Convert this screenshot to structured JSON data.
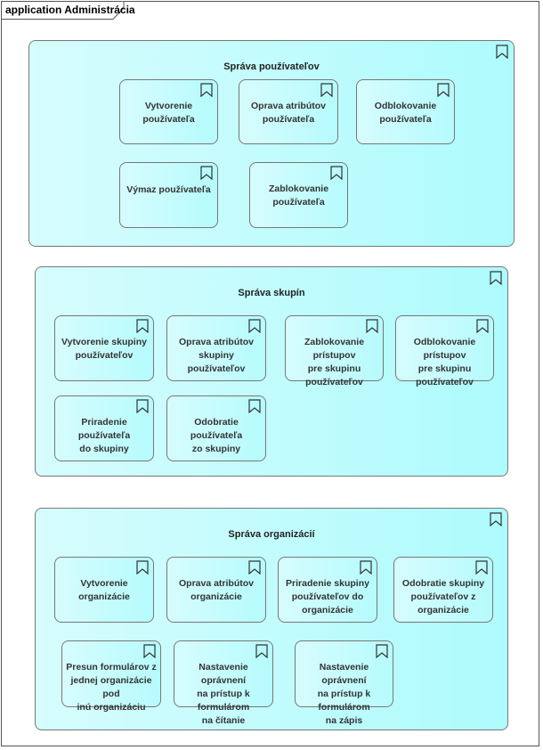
{
  "frame": {
    "title": "application Administrácia"
  },
  "groups": [
    {
      "title": "Správa používateľov",
      "items": [
        {
          "label": "Vytvorenie používateľa"
        },
        {
          "label": "Oprava atribútov\npoužívateľa"
        },
        {
          "label": "Odblokovanie\npoužívateľa"
        },
        {
          "label": "Výmaz používateľa"
        },
        {
          "label": "Zablokovanie\npoužívateľa"
        }
      ]
    },
    {
      "title": "Správa skupín",
      "items": [
        {
          "label": "Vytvorenie skupiny\npoužívateľov"
        },
        {
          "label": "Oprava atribútov\nskupiny používateľov"
        },
        {
          "label": "Zablokovanie prístupov\npre skupinu\npoužívateľov"
        },
        {
          "label": "Odblokovanie prístupov\npre skupinu\npoužívateľov"
        },
        {
          "label": "Priradenie používateľa\ndo skupiny"
        },
        {
          "label": "Odobratie používateľa\nzo skupiny"
        }
      ]
    },
    {
      "title": "Správa organizácií",
      "items": [
        {
          "label": "Vytvorenie organizácie"
        },
        {
          "label": "Oprava atribútov\norganizácie"
        },
        {
          "label": "Priradenie skupiny\npoužívateľov do\norganizácie"
        },
        {
          "label": "Odobratie skupiny\npoužívateľov z\norganizácie"
        },
        {
          "label": "Presun formulárov z\njednej organizácie pod\ninú organizáciu"
        },
        {
          "label": "Nastavenie oprávnení\nna prístup k formulárom\nna čítanie"
        },
        {
          "label": "Nastavenie oprávnení\nna prístup k formulárom\nna zápis"
        }
      ]
    }
  ]
}
